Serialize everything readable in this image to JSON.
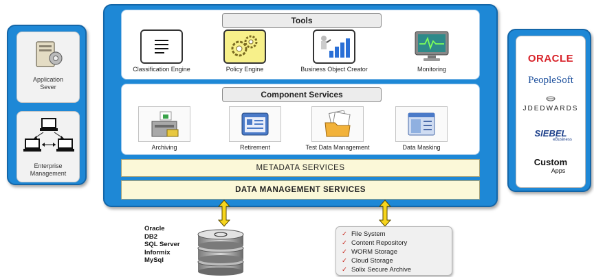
{
  "left": {
    "app_server_label": "Application\nSever",
    "enterprise_label": "Enterprise\nManagement"
  },
  "tools": {
    "header": "Tools",
    "items": [
      {
        "label": "Classification Engine",
        "icon": "document-list-icon"
      },
      {
        "label": "Policy Engine",
        "icon": "gears-icon"
      },
      {
        "label": "Business Object Creator",
        "icon": "builder-chart-icon"
      },
      {
        "label": "Monitoring",
        "icon": "monitor-icon"
      }
    ]
  },
  "components": {
    "header": "Component Services",
    "items": [
      {
        "label": "Archiving",
        "icon": "file-cabinet-icon"
      },
      {
        "label": "Retirement",
        "icon": "form-window-icon"
      },
      {
        "label": "Test Data Management",
        "icon": "folder-documents-icon"
      },
      {
        "label": "Data Masking",
        "icon": "masked-window-icon"
      }
    ]
  },
  "metadata_services": "METADATA SERVICES",
  "data_management_services": "DATA MANAGEMENT SERVICES",
  "vendors": {
    "oracle": "ORACLE",
    "peoplesoft": "PeopleSoft",
    "jdedwards": "JDEDWARDS",
    "siebel": "SIEBEL",
    "siebel_sub": "eBusiness",
    "custom": "Custom",
    "custom_sub": "Apps"
  },
  "databases": [
    "Oracle",
    "DB2",
    "SQL Server",
    "Informix",
    "MySql"
  ],
  "storage": [
    "File System",
    "Content Repository",
    "WORM Storage",
    "Cloud Storage",
    "Solix Secure Archive"
  ],
  "colors": {
    "panel_blue": "#1e88d6",
    "bar_yellow": "#fbf8d8",
    "arrow_yellow": "#f7d51d",
    "oracle_red": "#d8232a",
    "peoplesoft_blue": "#1c4f9c",
    "check_red": "#c8281e"
  }
}
